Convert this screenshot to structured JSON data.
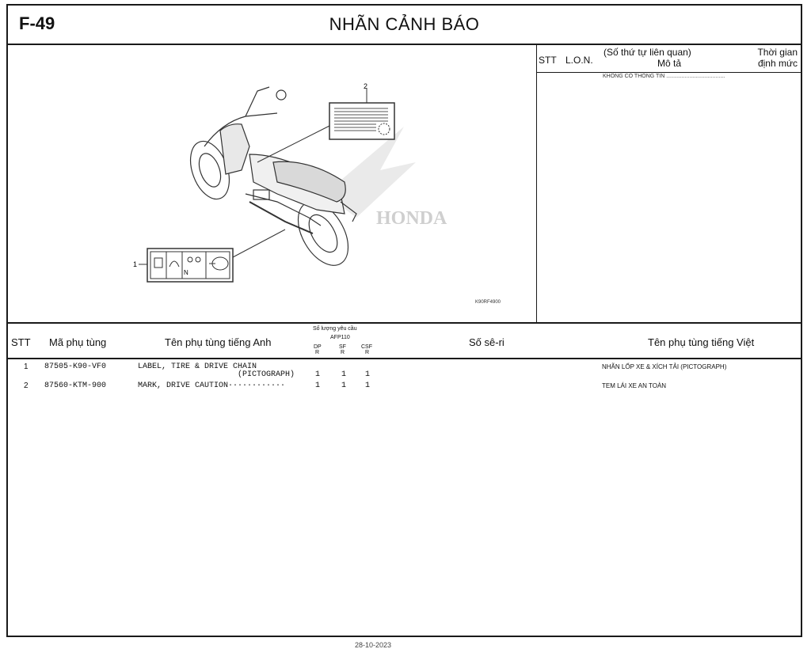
{
  "header": {
    "code": "F-49",
    "title": "NHÃN CẢNH BÁO"
  },
  "illustration": {
    "callouts": [
      "1",
      "2"
    ],
    "ref_code": "K90RF4900",
    "watermark": "HONDA",
    "label1_glyph": "N"
  },
  "side_panel": {
    "col_stt": "STT",
    "col_lon": "L.O.N.",
    "col_related": "(Số thứ tự liên quan)",
    "col_desc": "Mô tả",
    "col_time_1": "Thời gian",
    "col_time_2": "định mức",
    "note": "KHÔNG CÓ THÔNG TIN ......................................"
  },
  "table": {
    "headers": {
      "stt": "STT",
      "part_no": "Mã phụ tùng",
      "name_en": "Tên phụ tùng tiếng Anh",
      "qty": "Số lượng yêu cầu",
      "model": "AFP110",
      "col1_a": "DP",
      "col1_b": "R",
      "col2_a": "SF",
      "col2_b": "R",
      "col3_a": "CSF",
      "col3_b": "R",
      "serial": "Số sê-ri",
      "name_vi": "Tên phụ tùng tiếng Việt"
    },
    "rows": [
      {
        "stt": "1",
        "part_no": "87505-K90-VF0",
        "name_en_1": "LABEL, TIRE & DRIVE CHAIN",
        "name_en_2": "(PICTOGRAPH)",
        "q1": "1",
        "q2": "1",
        "q3": "1",
        "name_vi": "NHÃN LỐP XE & XÍCH TẢI (PICTOGRAPH)"
      },
      {
        "stt": "2",
        "part_no": "87560-KTM-900",
        "name_en_1": "MARK, DRIVE CAUTION············",
        "q1": "1",
        "q2": "1",
        "q3": "1",
        "name_vi": "TEM LÁI XE AN TOÀN"
      }
    ]
  },
  "footer": {
    "date": "28-10-2023"
  }
}
